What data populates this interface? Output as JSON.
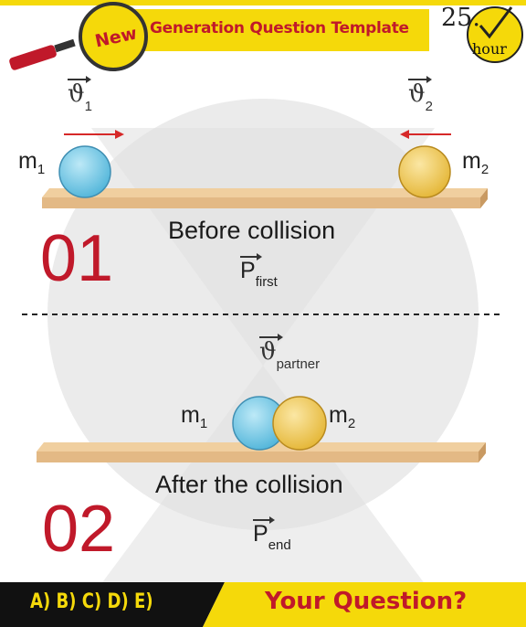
{
  "header": {
    "badge": "New",
    "title": "Generation Question Template",
    "time_value": "25.",
    "time_unit": "hour"
  },
  "before": {
    "velocity_1": "ϑ",
    "velocity_1_sub": "1",
    "velocity_2": "ϑ",
    "velocity_2_sub": "2",
    "mass_1": "m",
    "mass_1_sub": "1",
    "mass_2": "m",
    "mass_2_sub": "2",
    "caption": "Before collision",
    "momentum": "P",
    "momentum_sub": "first",
    "number": "01"
  },
  "after": {
    "velocity": "ϑ",
    "velocity_sub": "partner",
    "mass_1": "m",
    "mass_1_sub": "1",
    "mass_2": "m",
    "mass_2_sub": "2",
    "caption": "After the collision",
    "momentum": "P",
    "momentum_sub": "end",
    "number": "02"
  },
  "footer": {
    "choices": "A) B) C) D) E)",
    "question": "Your Question?"
  },
  "colors": {
    "accent_red": "#c0192a",
    "band_yellow": "#f5d90a",
    "ball_blue": "#6cc8e6",
    "ball_yellow": "#f0c94a",
    "shelf": "#e8c08c"
  },
  "icons": [
    "magnifier-icon",
    "clock-check-icon",
    "arrow-right-icon",
    "arrow-left-icon"
  ]
}
